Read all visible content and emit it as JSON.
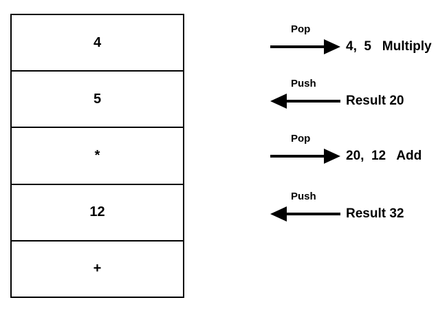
{
  "colors": {
    "foreground": "#000000",
    "background": "#ffffff"
  },
  "stack": {
    "cells": [
      "4",
      "5",
      "*",
      "12",
      "+"
    ]
  },
  "operations": [
    {
      "label": "Pop",
      "direction": "right",
      "text": "4,  5   Multiply"
    },
    {
      "label": "Push",
      "direction": "left",
      "text": "Result 20"
    },
    {
      "label": "Pop",
      "direction": "right",
      "text": "20,  12   Add"
    },
    {
      "label": "Push",
      "direction": "left",
      "text": "Result 32"
    }
  ]
}
